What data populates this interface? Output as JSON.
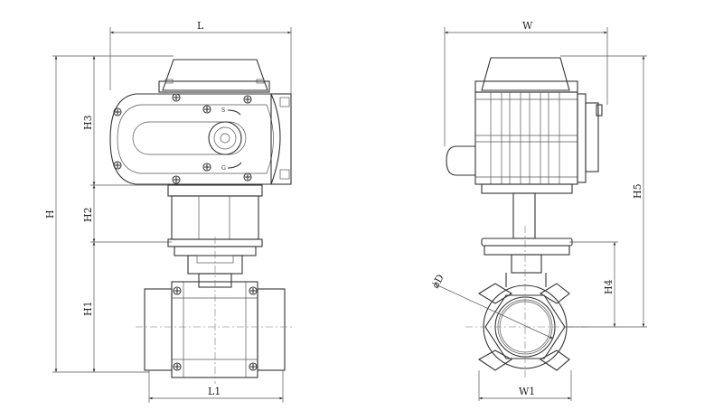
{
  "drawing": {
    "front_view": {
      "dimensions": {
        "L": "L",
        "H": "H",
        "H3": "H3",
        "H2": "H2",
        "H1": "H1",
        "L1": "L1"
      },
      "indicator": {
        "open": "S",
        "close": "G"
      }
    },
    "side_view": {
      "dimensions": {
        "W": "W",
        "H5": "H5",
        "H4": "H4",
        "W1": "W1",
        "D": "⌀D"
      }
    }
  },
  "colors": {
    "line": "#333333",
    "background": "#ffffff"
  }
}
